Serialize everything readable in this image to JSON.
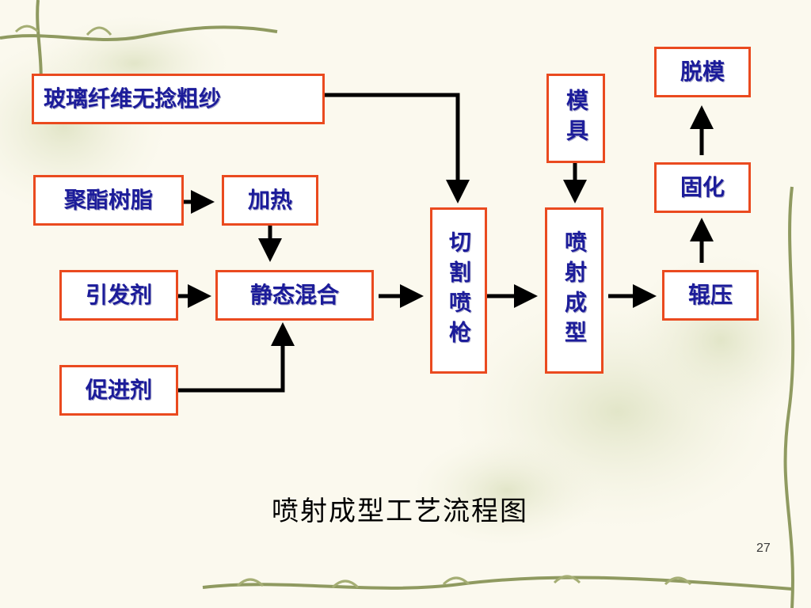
{
  "diagram": {
    "nodes": {
      "fiber": "玻璃纤维无捻粗纱",
      "resin": "聚酯树脂",
      "heat": "加热",
      "initiator": "引发剂",
      "mixer": "静态混合",
      "accelerator": "促进剂",
      "gun": "切割喷枪",
      "mold": "模具",
      "spray": "喷射成型",
      "roll": "辊压",
      "cure": "固化",
      "demold": "脱模"
    },
    "edges": [
      [
        "fiber",
        "gun"
      ],
      [
        "resin",
        "heat"
      ],
      [
        "heat",
        "mixer"
      ],
      [
        "initiator",
        "mixer"
      ],
      [
        "accelerator",
        "mixer"
      ],
      [
        "mixer",
        "gun"
      ],
      [
        "gun",
        "spray"
      ],
      [
        "mold",
        "spray"
      ],
      [
        "spray",
        "roll"
      ],
      [
        "roll",
        "cure"
      ],
      [
        "cure",
        "demold"
      ]
    ],
    "caption": "喷射成型工艺流程图",
    "page_number": "27"
  },
  "colors": {
    "box_border": "#ea4a1f",
    "box_text": "#1c1c9a",
    "arrow": "#000000"
  }
}
